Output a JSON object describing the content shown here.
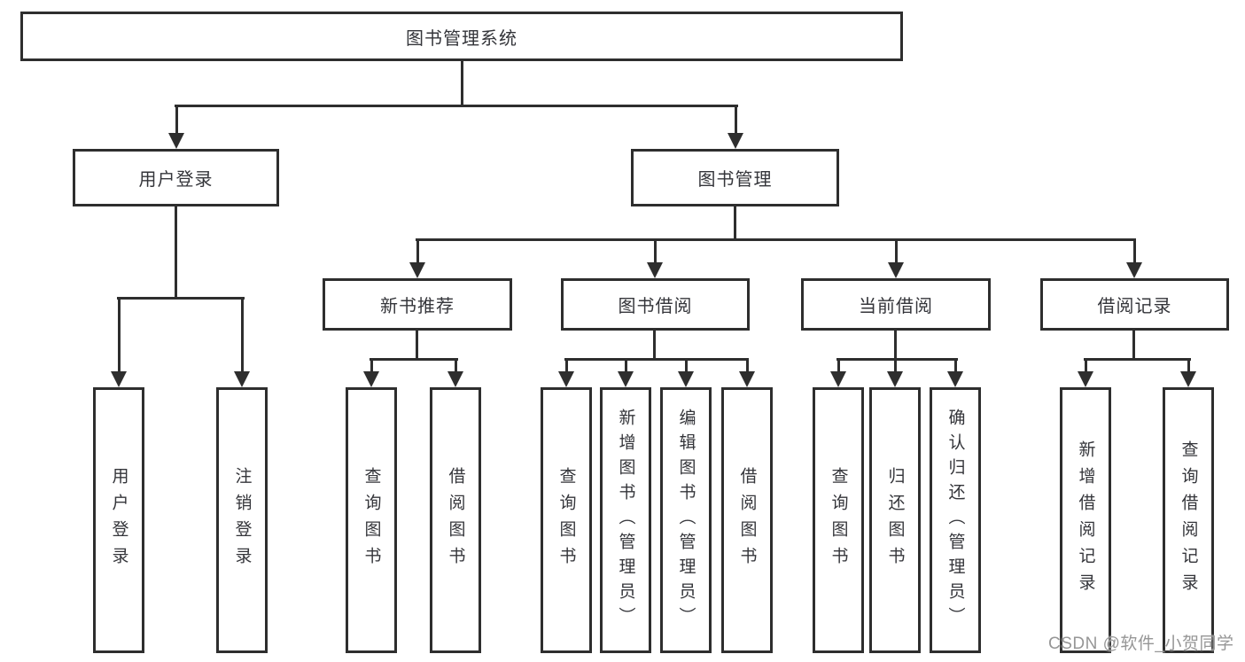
{
  "diagram": {
    "root": {
      "label": "图书管理系统"
    },
    "branches": [
      {
        "label": "用户登录",
        "children": [
          {
            "label": "用户登录"
          },
          {
            "label": "注销登录"
          }
        ]
      },
      {
        "label": "图书管理",
        "children": [
          {
            "label": "新书推荐",
            "children": [
              {
                "label": "查询图书"
              },
              {
                "label": "借阅图书"
              }
            ]
          },
          {
            "label": "图书借阅",
            "children": [
              {
                "label": "查询图书"
              },
              {
                "label": "新增图书（管理员）"
              },
              {
                "label": "编辑图书（管理员）"
              },
              {
                "label": "借阅图书"
              }
            ]
          },
          {
            "label": "当前借阅",
            "children": [
              {
                "label": "查询图书"
              },
              {
                "label": "归还图书"
              },
              {
                "label": "确认归还（管理员）"
              }
            ]
          },
          {
            "label": "借阅记录",
            "children": [
              {
                "label": "新增借阅记录"
              },
              {
                "label": "查询借阅记录"
              }
            ]
          }
        ]
      }
    ]
  },
  "watermark": {
    "text": "CSDN @软件_小贺同学"
  },
  "colors": {
    "line": "#2e2e2e",
    "text": "#34353a",
    "watermark": "#969696",
    "background": "#ffffff"
  }
}
